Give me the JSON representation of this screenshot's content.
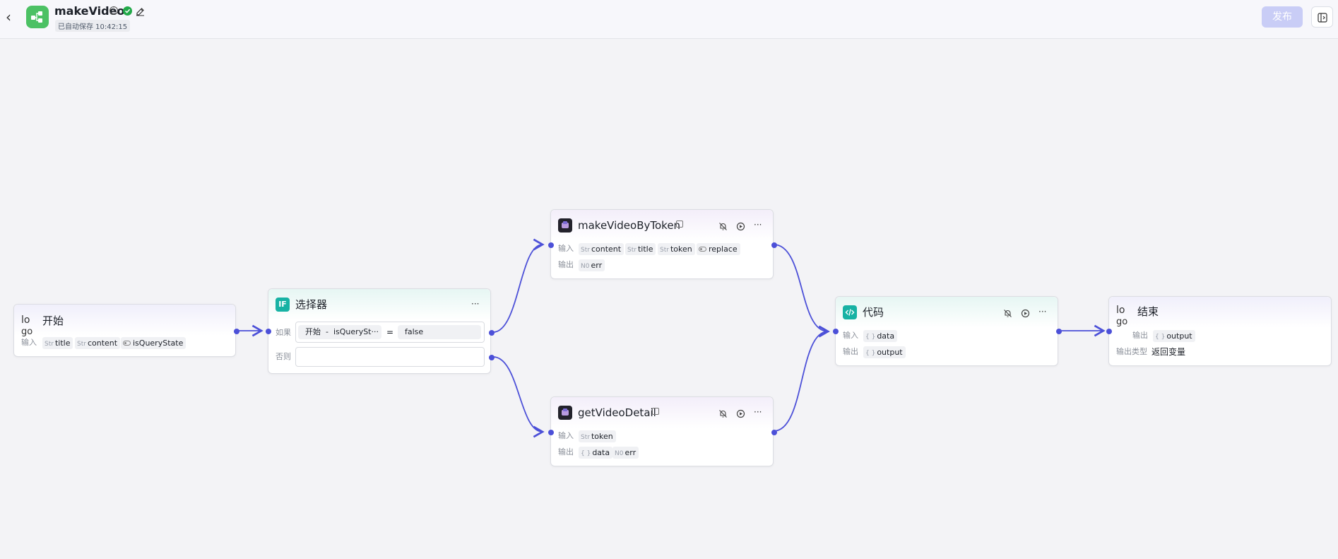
{
  "header": {
    "app_title": "makeVideo",
    "autosave": "已自动保存 10:42:15",
    "publish_label": "发布"
  },
  "colors": {
    "edge": "#4c50d8",
    "publish_disabled": "#c9cdf6",
    "logo": "#4cc164"
  },
  "nodes": {
    "start": {
      "broken_img_text": "lo",
      "broken_img_text2": "go",
      "title": "开始",
      "input_label": "输入",
      "inputs": [
        {
          "type": "Str",
          "name": "title"
        },
        {
          "type": "Str",
          "name": "content"
        },
        {
          "type": "bool",
          "name": "isQueryState"
        }
      ]
    },
    "selector": {
      "icon_text": "IF",
      "title": "选择器",
      "more": "···",
      "if_label": "如果",
      "else_label": "否则",
      "cond_source": "开始",
      "cond_sep": "-",
      "cond_var": "isQuerySt···",
      "cond_op": "=",
      "cond_value": "false"
    },
    "make_video": {
      "title": "makeVideoByToken",
      "more": "···",
      "input_label": "输入",
      "output_label": "输出",
      "inputs": [
        {
          "type": "Str",
          "name": "content"
        },
        {
          "type": "Str",
          "name": "title"
        },
        {
          "type": "Str",
          "name": "token"
        },
        {
          "type": "bool",
          "name": "replace"
        }
      ],
      "outputs": [
        {
          "type": "N0",
          "name": "err"
        }
      ]
    },
    "get_detail": {
      "title": "getVideoDetail",
      "more": "···",
      "input_label": "输入",
      "output_label": "输出",
      "inputs": [
        {
          "type": "Str",
          "name": "token"
        }
      ],
      "outputs": [
        {
          "type": "{ }",
          "name": "data"
        },
        {
          "type": "N0",
          "name": "err"
        }
      ]
    },
    "code": {
      "title": "代码",
      "more": "···",
      "input_label": "输入",
      "output_label": "输出",
      "inputs": [
        {
          "type": "{ }",
          "name": "data"
        }
      ],
      "outputs": [
        {
          "type": "{ }",
          "name": "output"
        }
      ]
    },
    "end": {
      "broken_img_text": "lo",
      "broken_img_text2": "go",
      "title": "结束",
      "output_label": "输出",
      "outputs": [
        {
          "type": "{ }",
          "name": "output"
        }
      ],
      "output_type_label": "输出类型",
      "output_type_value": "返回变量"
    }
  }
}
